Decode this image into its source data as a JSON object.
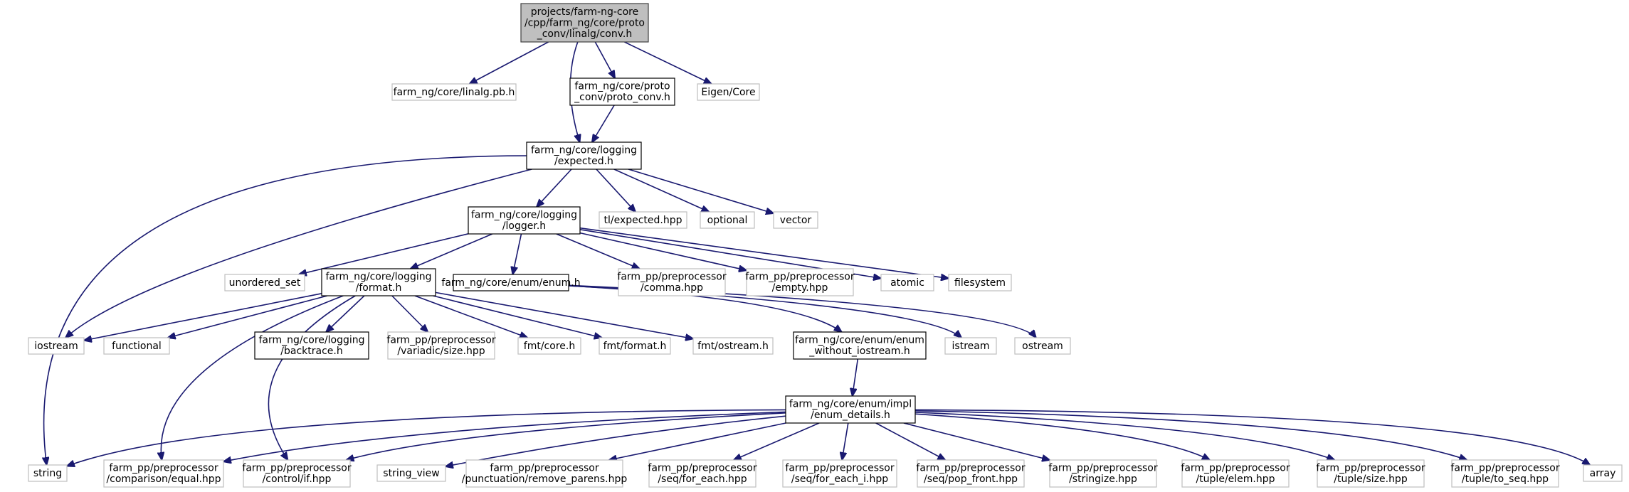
{
  "colors": {
    "edge": "#191970",
    "root_fill": "#bfbfbf",
    "root_stroke": "#404040",
    "doc_stroke": "#000000",
    "ext_stroke": "#bfbfbf",
    "fill": "#ffffff"
  },
  "nodes": [
    {
      "id": "conv",
      "kind": "root",
      "lines": [
        "projects/farm-ng-core",
        "/cpp/farm_ng/core/proto",
        "_conv/linalg/conv.h"
      ]
    },
    {
      "id": "linalg_pb",
      "kind": "ext",
      "lines": [
        "farm_ng/core/linalg.pb.h"
      ]
    },
    {
      "id": "proto_conv",
      "kind": "doc",
      "lines": [
        "farm_ng/core/proto",
        "_conv/proto_conv.h"
      ]
    },
    {
      "id": "eigen_core",
      "kind": "ext",
      "lines": [
        "Eigen/Core"
      ]
    },
    {
      "id": "expected",
      "kind": "doc",
      "lines": [
        "farm_ng/core/logging",
        "/expected.h"
      ]
    },
    {
      "id": "logger",
      "kind": "doc",
      "lines": [
        "farm_ng/core/logging",
        "/logger.h"
      ]
    },
    {
      "id": "tl_expected",
      "kind": "ext",
      "lines": [
        "tl/expected.hpp"
      ]
    },
    {
      "id": "optional",
      "kind": "ext",
      "lines": [
        "optional"
      ]
    },
    {
      "id": "vector",
      "kind": "ext",
      "lines": [
        "vector"
      ]
    },
    {
      "id": "unordered_set",
      "kind": "ext",
      "lines": [
        "unordered_set"
      ]
    },
    {
      "id": "format",
      "kind": "doc",
      "lines": [
        "farm_ng/core/logging",
        "/format.h"
      ]
    },
    {
      "id": "enum_h",
      "kind": "doc",
      "lines": [
        "farm_ng/core/enum/enum.h"
      ]
    },
    {
      "id": "comma",
      "kind": "ext",
      "lines": [
        "farm_pp/preprocessor",
        "/comma.hpp"
      ]
    },
    {
      "id": "empty",
      "kind": "ext",
      "lines": [
        "farm_pp/preprocessor",
        "/empty.hpp"
      ]
    },
    {
      "id": "atomic",
      "kind": "ext",
      "lines": [
        "atomic"
      ]
    },
    {
      "id": "filesystem",
      "kind": "ext",
      "lines": [
        "filesystem"
      ]
    },
    {
      "id": "iostream",
      "kind": "ext",
      "lines": [
        "iostream"
      ]
    },
    {
      "id": "functional",
      "kind": "ext",
      "lines": [
        "functional"
      ]
    },
    {
      "id": "backtrace",
      "kind": "doc",
      "lines": [
        "farm_ng/core/logging",
        "/backtrace.h"
      ]
    },
    {
      "id": "variadic_size",
      "kind": "ext",
      "lines": [
        "farm_pp/preprocessor",
        "/variadic/size.hpp"
      ]
    },
    {
      "id": "fmt_core",
      "kind": "ext",
      "lines": [
        "fmt/core.h"
      ]
    },
    {
      "id": "fmt_format",
      "kind": "ext",
      "lines": [
        "fmt/format.h"
      ]
    },
    {
      "id": "fmt_ostream",
      "kind": "ext",
      "lines": [
        "fmt/ostream.h"
      ]
    },
    {
      "id": "enum_wo_io",
      "kind": "doc",
      "lines": [
        "farm_ng/core/enum/enum",
        "_without_iostream.h"
      ]
    },
    {
      "id": "istream",
      "kind": "ext",
      "lines": [
        "istream"
      ]
    },
    {
      "id": "ostream",
      "kind": "ext",
      "lines": [
        "ostream"
      ]
    },
    {
      "id": "enum_details",
      "kind": "doc",
      "lines": [
        "farm_ng/core/enum/impl",
        "/enum_details.h"
      ]
    },
    {
      "id": "string",
      "kind": "ext",
      "lines": [
        "string"
      ]
    },
    {
      "id": "cmp_equal",
      "kind": "ext",
      "lines": [
        "farm_pp/preprocessor",
        "/comparison/equal.hpp"
      ]
    },
    {
      "id": "control_if",
      "kind": "ext",
      "lines": [
        "farm_pp/preprocessor",
        "/control/if.hpp"
      ]
    },
    {
      "id": "string_view",
      "kind": "ext",
      "lines": [
        "string_view"
      ]
    },
    {
      "id": "remove_parens",
      "kind": "ext",
      "lines": [
        "farm_pp/preprocessor",
        "/punctuation/remove_parens.hpp"
      ]
    },
    {
      "id": "for_each",
      "kind": "ext",
      "lines": [
        "farm_pp/preprocessor",
        "/seq/for_each.hpp"
      ]
    },
    {
      "id": "for_each_i",
      "kind": "ext",
      "lines": [
        "farm_pp/preprocessor",
        "/seq/for_each_i.hpp"
      ]
    },
    {
      "id": "pop_front",
      "kind": "ext",
      "lines": [
        "farm_pp/preprocessor",
        "/seq/pop_front.hpp"
      ]
    },
    {
      "id": "stringize",
      "kind": "ext",
      "lines": [
        "farm_pp/preprocessor",
        "/stringize.hpp"
      ]
    },
    {
      "id": "tuple_elem",
      "kind": "ext",
      "lines": [
        "farm_pp/preprocessor",
        "/tuple/elem.hpp"
      ]
    },
    {
      "id": "tuple_size",
      "kind": "ext",
      "lines": [
        "farm_pp/preprocessor",
        "/tuple/size.hpp"
      ]
    },
    {
      "id": "tuple_to_seq",
      "kind": "ext",
      "lines": [
        "farm_pp/preprocessor",
        "/tuple/to_seq.hpp"
      ]
    },
    {
      "id": "array",
      "kind": "ext",
      "lines": [
        "array"
      ]
    }
  ],
  "edges": [
    [
      "conv",
      "linalg_pb"
    ],
    [
      "conv",
      "expected"
    ],
    [
      "conv",
      "proto_conv"
    ],
    [
      "conv",
      "eigen_core"
    ],
    [
      "proto_conv",
      "expected"
    ],
    [
      "expected",
      "string"
    ],
    [
      "expected",
      "iostream"
    ],
    [
      "expected",
      "logger"
    ],
    [
      "expected",
      "tl_expected"
    ],
    [
      "expected",
      "optional"
    ],
    [
      "expected",
      "vector"
    ],
    [
      "logger",
      "unordered_set"
    ],
    [
      "logger",
      "format"
    ],
    [
      "logger",
      "enum_h"
    ],
    [
      "logger",
      "comma"
    ],
    [
      "logger",
      "empty"
    ],
    [
      "logger",
      "atomic"
    ],
    [
      "logger",
      "filesystem"
    ],
    [
      "format",
      "iostream"
    ],
    [
      "format",
      "functional"
    ],
    [
      "format",
      "backtrace"
    ],
    [
      "format",
      "variadic_size"
    ],
    [
      "format",
      "fmt_core"
    ],
    [
      "format",
      "fmt_format"
    ],
    [
      "format",
      "fmt_ostream"
    ],
    [
      "format",
      "cmp_equal"
    ],
    [
      "format",
      "control_if"
    ],
    [
      "enum_h",
      "enum_wo_io"
    ],
    [
      "enum_h",
      "istream"
    ],
    [
      "enum_h",
      "ostream"
    ],
    [
      "enum_wo_io",
      "enum_details"
    ],
    [
      "enum_details",
      "string"
    ],
    [
      "enum_details",
      "cmp_equal"
    ],
    [
      "enum_details",
      "control_if"
    ],
    [
      "enum_details",
      "string_view"
    ],
    [
      "enum_details",
      "remove_parens"
    ],
    [
      "enum_details",
      "for_each"
    ],
    [
      "enum_details",
      "for_each_i"
    ],
    [
      "enum_details",
      "pop_front"
    ],
    [
      "enum_details",
      "stringize"
    ],
    [
      "enum_details",
      "tuple_elem"
    ],
    [
      "enum_details",
      "tuple_size"
    ],
    [
      "enum_details",
      "tuple_to_seq"
    ],
    [
      "enum_details",
      "array"
    ]
  ]
}
